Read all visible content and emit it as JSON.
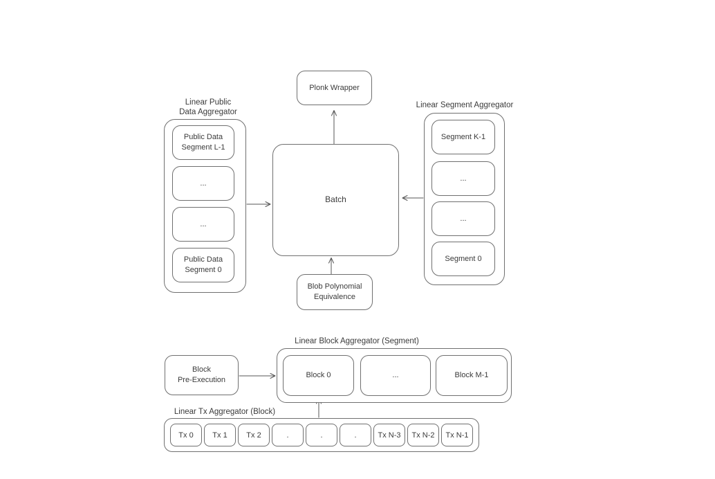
{
  "colors": {
    "background": "#ffffff",
    "border": "#6f6f6f",
    "text": "#3a3a3a",
    "arrow": "#555555"
  },
  "nodes": {
    "plonk_wrapper": "Plonk Wrapper",
    "batch": "Batch",
    "blob_polynomial_equivalence": "Blob Polynomial\nEquivalence",
    "block_pre_execution": "Block\nPre-Execution"
  },
  "public_data_aggregator": {
    "title": "Linear Public\nData Aggregator",
    "items": [
      {
        "label": "Public Data\nSegment L-1"
      },
      {
        "label": "..."
      },
      {
        "label": "..."
      },
      {
        "label": "Public Data\nSegment 0"
      }
    ]
  },
  "segment_aggregator": {
    "title": "Linear Segment Aggregator",
    "items": [
      {
        "label": "Segment K-1"
      },
      {
        "label": "..."
      },
      {
        "label": "..."
      },
      {
        "label": "Segment 0"
      }
    ]
  },
  "block_aggregator": {
    "title": "Linear Block Aggregator (Segment)",
    "items": [
      {
        "label": "Block 0"
      },
      {
        "label": "..."
      },
      {
        "label": "Block M-1"
      }
    ]
  },
  "tx_aggregator": {
    "title": "Linear Tx Aggregator (Block)",
    "items": [
      {
        "label": "Tx 0"
      },
      {
        "label": "Tx 1"
      },
      {
        "label": "Tx 2"
      },
      {
        "label": "."
      },
      {
        "label": "."
      },
      {
        "label": "."
      },
      {
        "label": "Tx N-3"
      },
      {
        "label": "Tx N-2"
      },
      {
        "label": "Tx N-1"
      }
    ]
  }
}
